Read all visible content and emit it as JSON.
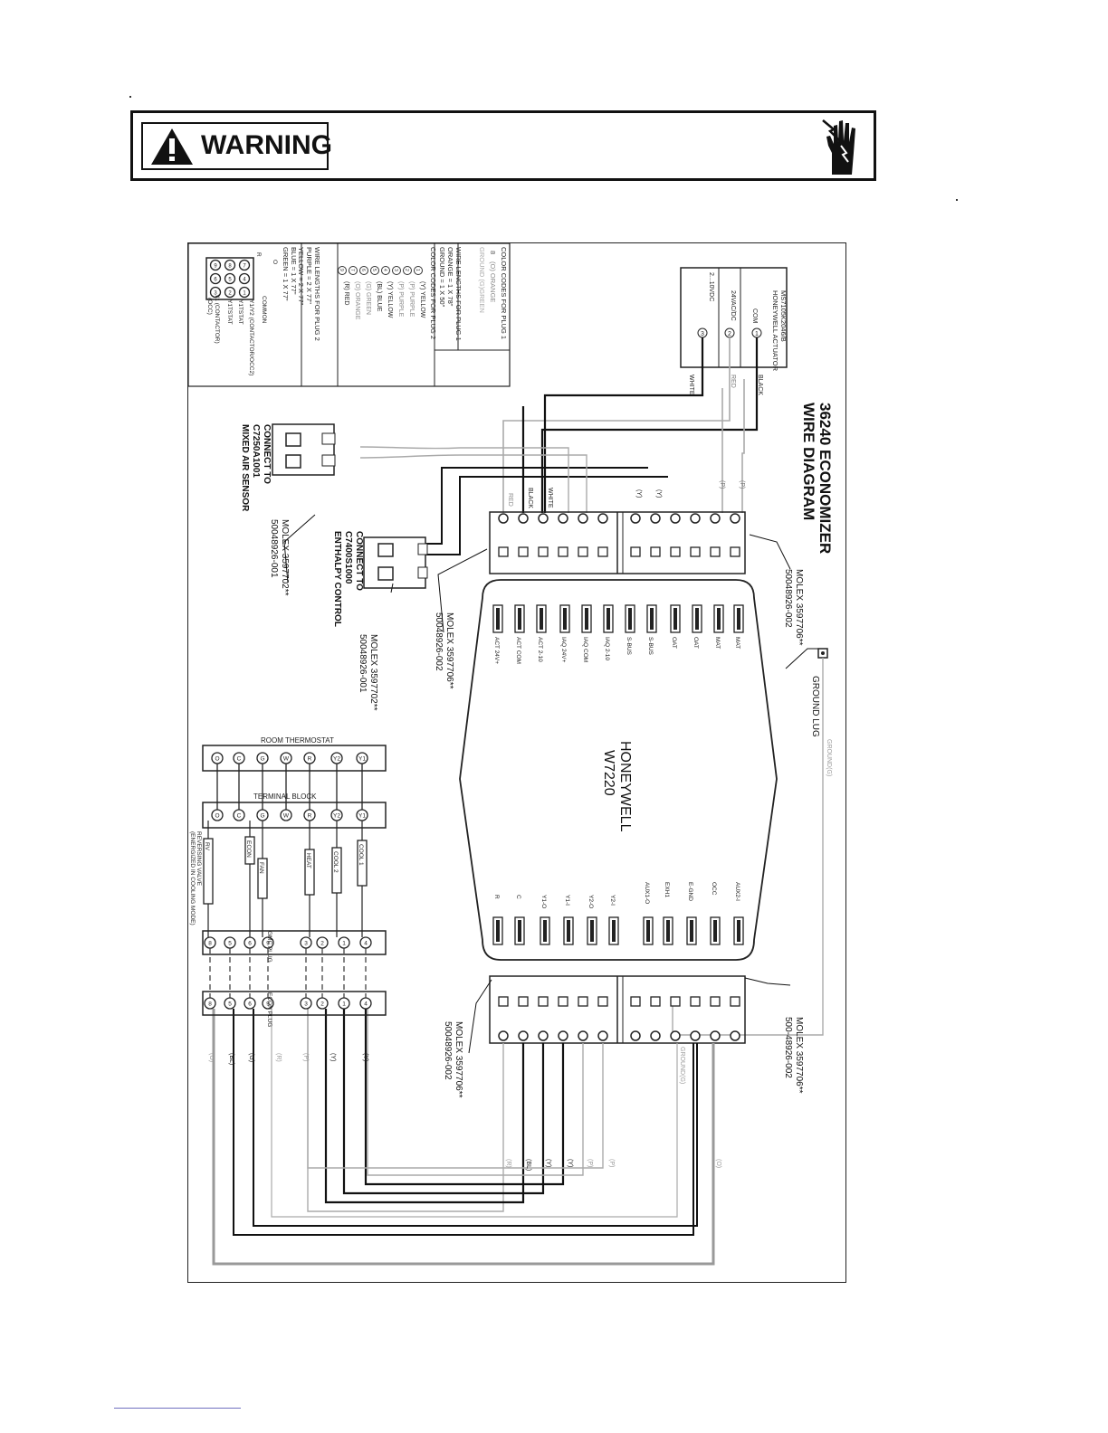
{
  "warning": {
    "label": "WARNING",
    "icons": [
      "warning-triangle-icon",
      "electrical-shock-hand-icon"
    ]
  },
  "diagram": {
    "title_line1": "36240 ECONOMIZER",
    "title_line2": "WIRE DIAGRAM",
    "actuator": {
      "model": "MS7105K2046/B",
      "name": "HONEYWELL ACTUATOR",
      "com": "COM",
      "v24": "24VAC/DC",
      "v210": "2...10VDC",
      "t1": "1",
      "t2": "2",
      "t3": "3",
      "wire_black": "BLACK",
      "wire_red": "RED",
      "wire_white": "WHITE"
    },
    "legend_plug1": {
      "title": "COLOR CODES FOR PLUG 1",
      "pin": "8",
      "color": "(O) ORANGE",
      "ground": "GROUND (G)GREEN",
      "lengths_title": "WIRE LENGTHS FOR PLUG 1",
      "len_orange": "ORANGE = 1 X 78\"",
      "len_ground": "GROUND = 1 X 50\""
    },
    "legend_plug2": {
      "title": "COLOR CODES FOR PLUG 2",
      "rows": [
        {
          "pin": "1",
          "color": "(Y) YELLOW"
        },
        {
          "pin": "2",
          "color": "(P) PURPLE"
        },
        {
          "pin": "3",
          "color": "(P) PURPLE"
        },
        {
          "pin": "4",
          "color": "(Y) YELLOW"
        },
        {
          "pin": "5",
          "color": "(BL) BLUE"
        },
        {
          "pin": "6",
          "color": "(G) GREEN"
        },
        {
          "pin": "7",
          "color": "(O) ORANGE"
        },
        {
          "pin": "9",
          "color": "(R) RED"
        }
      ],
      "lengths_title": "WIRE LENGTHS FOR PLUG 2",
      "len_purple": "PURPLE = 2 X 77\"",
      "len_yellow": "YELLOW = 2 X 77\"",
      "len_blue": "BLUE = 1 X 77\"",
      "len_green": "GREEN = 1 X 77\""
    },
    "plug_pinout": {
      "o": "O",
      "r": "R",
      "common": "COMMON",
      "y1y2": "Y1/Y2 (CONTACTOR/OCC2)",
      "y1tstat_a": "Y1TSTAT",
      "y1tstat_b": "Y1TSTAT",
      "y1contactor": "Y1 (CONTACTOR)",
      "occ": "(OCC)",
      "pins": [
        "9",
        "8",
        "7",
        "6",
        "5",
        "4",
        "3",
        "2",
        "1"
      ]
    },
    "molex_top_right": {
      "part": "MOLEX 3597706**",
      "num": "50048926-002"
    },
    "molex_top_left": {
      "part": "MOLEX 3597706**",
      "num": "50048926-002"
    },
    "molex_bottom_left": {
      "part": "MOLEX 3597706**",
      "num": "50048926-002"
    },
    "molex_bottom_right": {
      "part": "MOLEX 3597706**",
      "num": "500-48926-002"
    },
    "molex_enthalpy": {
      "part": "MOLEX 3597702**",
      "num": "50048926-001"
    },
    "molex_mixed": {
      "part": "MOLEX 3597702**",
      "num": "50048926-001"
    },
    "enthalpy": {
      "l1": "CONNECT TO",
      "l2": "C7400S1000",
      "l3": "ENTHALPY CONTROL"
    },
    "mixed": {
      "l1": "CONNECT TO",
      "l2": "C7250A1001",
      "l3": "MIXED AIR SENSOR"
    },
    "ground_lug": "GROUND LUG",
    "ground_g": "GROUND(G)",
    "controller": {
      "brand": "HONEYWELL",
      "model": "W7220",
      "top_terminals": [
        "MAT",
        "MAT",
        "OAT",
        "OAT",
        "S-BUS",
        "S-BUS",
        "IAQ 2-10",
        "IAQ COM",
        "IAQ 24V+",
        "ACT 2-10",
        "ACT COM",
        "ACT 24V+"
      ],
      "bottom_right_terminals": [
        "AUX2-I",
        "OCC",
        "E-GND",
        "EXH1",
        "AUX1-O"
      ],
      "bottom_left_terminals": [
        "Y2-I",
        "Y2-O",
        "Y1-I",
        "Y1-O",
        "C",
        "R"
      ]
    },
    "top_conn_labels": {
      "p1": "(P)",
      "p2": "(P)",
      "y1": "(Y)",
      "y2": "(Y)",
      "white": "WHITE",
      "black": "BLACK",
      "red": "RED"
    },
    "bottom_conn_labels": [
      "(R)",
      "(BL)",
      "(Y)",
      "(Y)",
      "(P)",
      "(P)",
      "(O)"
    ],
    "ground_g2": "GROUND(G)",
    "econ_labels": [
      "(O)",
      "(BL)",
      "(G)",
      "(R)",
      "(P)",
      "(Y)",
      "(Y)"
    ],
    "thermostat": {
      "room": "ROOM THERMOSTAT",
      "terminal_block": "TERMINAL BLOCK",
      "terminals": [
        "O",
        "C",
        "G",
        "W",
        "R",
        "Y2",
        "Y1"
      ],
      "gmc_plug": "GMC PLUG",
      "econ_plug": "ECON PLUG",
      "relays": [
        "COOL 1",
        "COOL 2",
        "HEAT",
        "FAN",
        "ECON",
        "RV"
      ],
      "rv_note1": "REVERSING VALVE",
      "rv_note2": "(ENERGIZED IN COOLING MODE)",
      "plug_pins": [
        "4",
        "1",
        "2",
        "3",
        "9",
        "6",
        "5",
        "8"
      ]
    }
  }
}
